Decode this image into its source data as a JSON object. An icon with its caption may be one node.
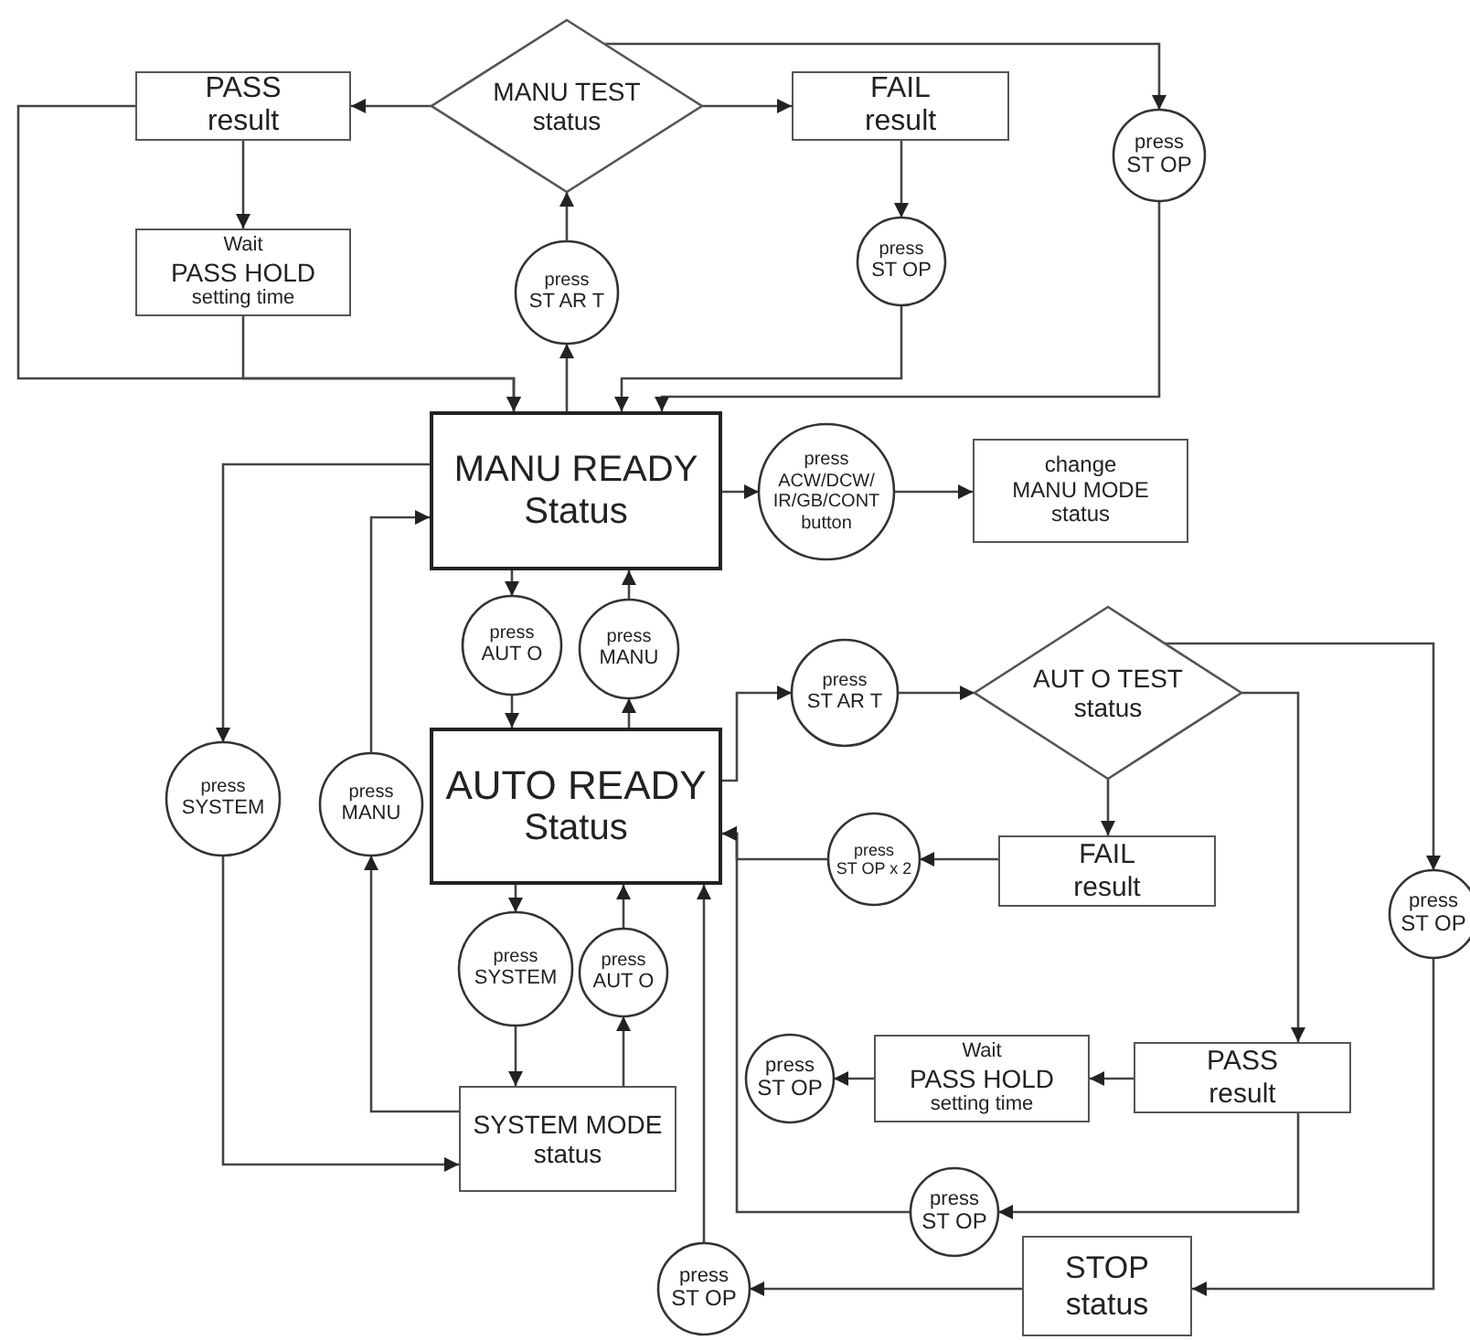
{
  "diagram": {
    "nodes": [
      {
        "text": [
          "PASS",
          "result"
        ]
      },
      {
        "text": [
          "MANU TEST",
          "status"
        ]
      },
      {
        "text": [
          "FAIL",
          "result"
        ]
      },
      {
        "text": [
          "press",
          "ST OP"
        ]
      },
      {
        "text": [
          "Wait",
          "PASS HOLD",
          "setting time"
        ]
      },
      {
        "text": [
          "press",
          "ST AR T"
        ]
      },
      {
        "text": [
          "press",
          "ST OP"
        ]
      },
      {
        "text": [
          "MANU READY",
          "Status"
        ]
      },
      {
        "text": [
          "press",
          "ACW/DCW/IR/GB/CONT",
          "button"
        ]
      },
      {
        "text": [
          "change",
          "MANU MODE",
          "status"
        ]
      },
      {
        "text": [
          "press",
          "AUT O"
        ]
      },
      {
        "text": [
          "press",
          "MANU"
        ]
      },
      {
        "text": [
          "press",
          "SYSTEM"
        ]
      },
      {
        "text": [
          "press",
          "MANU"
        ]
      },
      {
        "text": [
          "AUTO READY",
          "Status"
        ]
      },
      {
        "text": [
          "press",
          "ST AR T"
        ]
      },
      {
        "text": [
          "AUT O TEST",
          "status"
        ]
      },
      {
        "text": [
          "FAIL",
          "result"
        ]
      },
      {
        "text": [
          "press",
          "ST OP x 2"
        ]
      },
      {
        "text": [
          "press",
          "ST OP"
        ]
      },
      {
        "text": [
          "press",
          "SYSTEM"
        ]
      },
      {
        "text": [
          "press",
          "AUT O"
        ]
      },
      {
        "text": [
          "SYSTEM MODE",
          "status"
        ]
      },
      {
        "text": [
          "press",
          "ST OP"
        ]
      },
      {
        "text": [
          "Wait",
          "PASS HOLD",
          "setting time"
        ]
      },
      {
        "text": [
          "PASS",
          "result"
        ]
      },
      {
        "text": [
          "press",
          "ST OP"
        ]
      },
      {
        "text": [
          "press",
          "ST OP"
        ]
      },
      {
        "text": [
          "STOP",
          "status"
        ]
      }
    ],
    "edges": [
      {
        "from": 1,
        "to": 0,
        "arrow": "to"
      },
      {
        "from": 1,
        "to": 2,
        "arrow": "to"
      },
      {
        "from": 1,
        "to": 3,
        "arrow": "to"
      },
      {
        "from": 0,
        "to": 4,
        "arrow": "to"
      },
      {
        "from": 0,
        "to": 7,
        "arrow": "to"
      },
      {
        "from": 4,
        "to": 7,
        "arrow": "to"
      },
      {
        "from": 7,
        "to": 5,
        "arrow": "to"
      },
      {
        "from": 5,
        "to": 1,
        "arrow": "to"
      },
      {
        "from": 2,
        "to": 6,
        "arrow": "to"
      },
      {
        "from": 6,
        "to": 7,
        "arrow": "to"
      },
      {
        "from": 3,
        "to": 7,
        "arrow": "to"
      },
      {
        "from": 7,
        "to": 8,
        "arrow": "to"
      },
      {
        "from": 8,
        "to": 9,
        "arrow": "to"
      },
      {
        "from": 7,
        "to": 10,
        "arrow": "to"
      },
      {
        "from": 10,
        "to": 14,
        "arrow": "to"
      },
      {
        "from": 14,
        "to": 11,
        "arrow": "to"
      },
      {
        "from": 11,
        "to": 7,
        "arrow": "to"
      },
      {
        "from": 7,
        "to": 12,
        "arrow": "to"
      },
      {
        "from": 12,
        "to": 22,
        "arrow": "to"
      },
      {
        "from": 22,
        "to": 13,
        "arrow": "to"
      },
      {
        "from": 13,
        "to": 7,
        "arrow": "to"
      },
      {
        "from": 14,
        "to": 20,
        "arrow": "to"
      },
      {
        "from": 20,
        "to": 22,
        "arrow": "to"
      },
      {
        "from": 22,
        "to": 21,
        "arrow": "to"
      },
      {
        "from": 21,
        "to": 14,
        "arrow": "to"
      },
      {
        "from": 14,
        "to": 15,
        "arrow": "to"
      },
      {
        "from": 15,
        "to": 16,
        "arrow": "to"
      },
      {
        "from": 16,
        "to": 17,
        "arrow": "to"
      },
      {
        "from": 17,
        "to": 18,
        "arrow": "to"
      },
      {
        "from": 18,
        "to": 14,
        "arrow": "to"
      },
      {
        "from": 16,
        "to": 19,
        "arrow": "to"
      },
      {
        "from": 16,
        "to": 25,
        "arrow": "to"
      },
      {
        "from": 25,
        "to": 24,
        "arrow": "to"
      },
      {
        "from": 24,
        "to": 23,
        "arrow": "to"
      },
      {
        "from": 25,
        "to": 26,
        "arrow": "to"
      },
      {
        "from": 26,
        "to": 14,
        "arrow": "to"
      },
      {
        "from": 19,
        "to": 28,
        "arrow": "to"
      },
      {
        "from": 28,
        "to": 27,
        "arrow": "to"
      },
      {
        "from": 27,
        "to": 14,
        "arrow": "to"
      }
    ]
  }
}
